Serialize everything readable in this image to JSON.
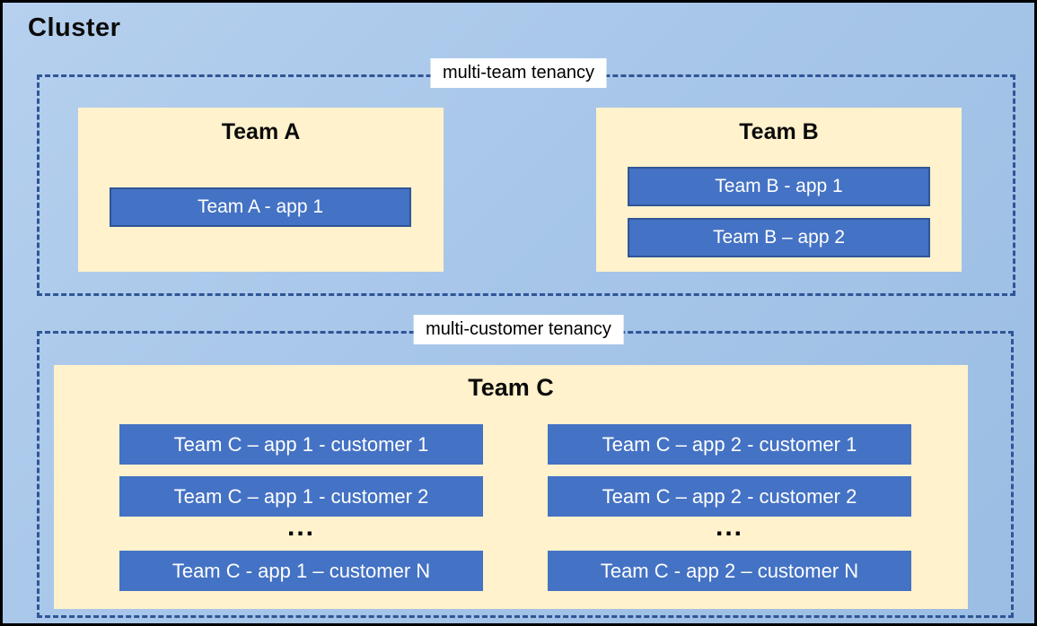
{
  "cluster": {
    "title": "Cluster"
  },
  "colors": {
    "background_blue": "#A7C6E9",
    "cluster_border": "#000000",
    "dashed_border": "#2F5597",
    "team_fill": "#FFF2CC",
    "app_fill": "#4472C4",
    "app_border": "#2F5597",
    "app_text": "#FFFFFF",
    "label_background": "#FFFFFF",
    "title_text": "#000000"
  },
  "sections": {
    "multi_team": {
      "label": "multi-team tenancy",
      "team_a": {
        "title": "Team A",
        "apps": [
          "Team A - app 1"
        ]
      },
      "team_b": {
        "title": "Team B",
        "apps": [
          "Team B - app 1",
          "Team B – app 2"
        ]
      }
    },
    "multi_customer": {
      "label": "multi-customer tenancy",
      "team_c": {
        "title": "Team C",
        "col1": {
          "apps": [
            "Team C – app 1 - customer 1",
            "Team C – app 1 - customer 2"
          ],
          "ellipsis": "...",
          "last_app": "Team C - app 1 – customer N"
        },
        "col2": {
          "apps": [
            "Team C – app 2 - customer 1",
            "Team C – app 2 - customer 2"
          ],
          "ellipsis": "...",
          "last_app": "Team C - app 2 – customer N"
        }
      }
    }
  }
}
